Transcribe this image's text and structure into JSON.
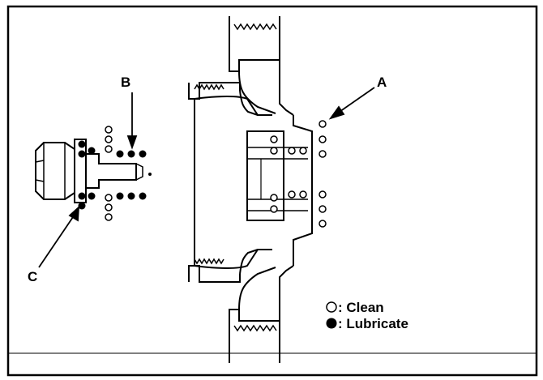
{
  "callouts": {
    "a": "A",
    "b": "B",
    "c": "C"
  },
  "legend": {
    "clean": {
      "symbol": "open-circle-icon",
      "label": ": Clean"
    },
    "lubricate": {
      "symbol": "filled-circle-icon",
      "label": ": Lubricate"
    }
  },
  "colors": {
    "ink": "#000000",
    "paper": "#ffffff"
  }
}
